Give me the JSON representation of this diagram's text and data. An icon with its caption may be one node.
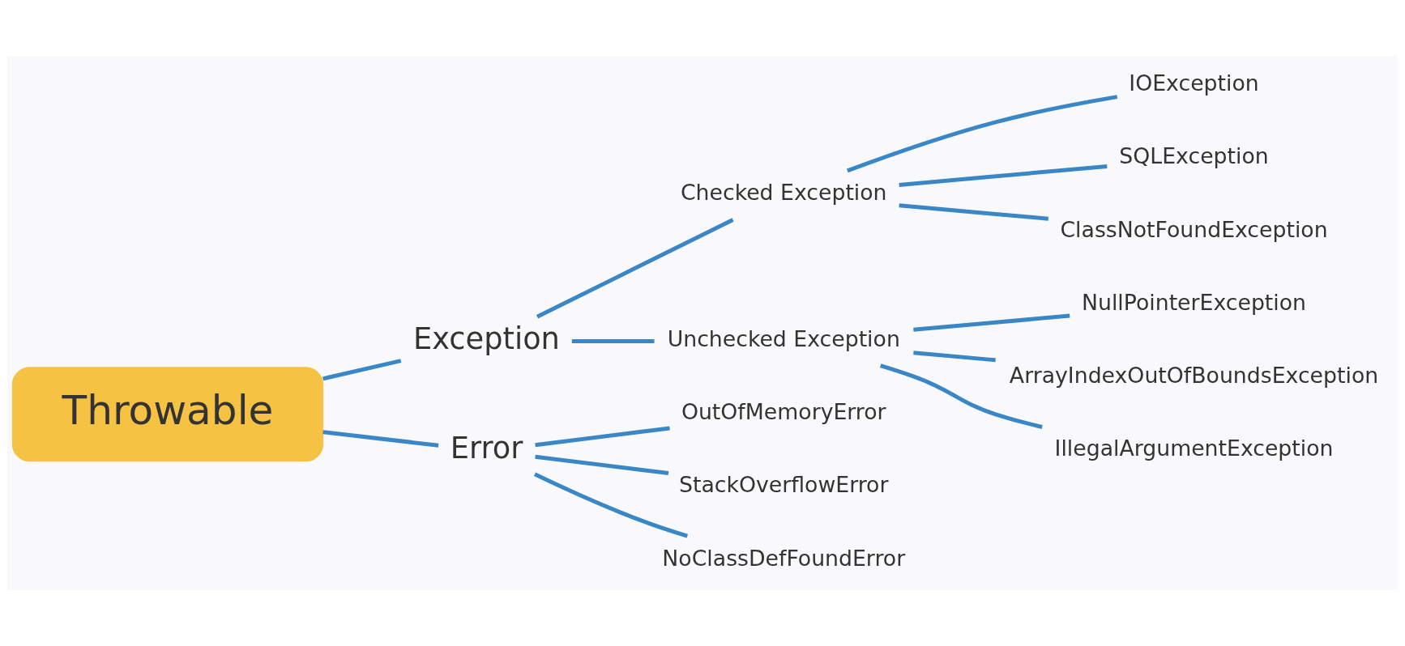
{
  "diagram": {
    "nodes": [
      {
        "text": [
          "Throwable"
        ]
      },
      {
        "text": [
          "Exception"
        ]
      },
      {
        "text": [
          "Checked Exception"
        ]
      },
      {
        "text": [
          "IOException"
        ]
      },
      {
        "text": [
          "SQLException"
        ]
      },
      {
        "text": [
          "ClassNotFoundException"
        ]
      },
      {
        "text": [
          "Unchecked Exception"
        ]
      },
      {
        "text": [
          "NullPointerException"
        ]
      },
      {
        "text": [
          "ArrayIndexOutOfBoundsException"
        ]
      },
      {
        "text": [
          "IllegalArgumentException"
        ]
      },
      {
        "text": [
          "Error"
        ]
      },
      {
        "text": [
          "OutOfMemoryError"
        ]
      },
      {
        "text": [
          "StackOverflowError"
        ]
      },
      {
        "text": [
          "NoClassDefFoundError"
        ]
      }
    ],
    "edges": [
      {
        "from": 0,
        "to": 1,
        "arrow": "none"
      },
      {
        "from": 1,
        "to": 2,
        "arrow": "none"
      },
      {
        "from": 2,
        "to": 3,
        "arrow": "none"
      },
      {
        "from": 2,
        "to": 4,
        "arrow": "none"
      },
      {
        "from": 2,
        "to": 5,
        "arrow": "none"
      },
      {
        "from": 1,
        "to": 6,
        "arrow": "none"
      },
      {
        "from": 6,
        "to": 7,
        "arrow": "none"
      },
      {
        "from": 6,
        "to": 8,
        "arrow": "none"
      },
      {
        "from": 6,
        "to": 9,
        "arrow": "none"
      },
      {
        "from": 0,
        "to": 10,
        "arrow": "none"
      },
      {
        "from": 10,
        "to": 11,
        "arrow": "none"
      },
      {
        "from": 10,
        "to": 12,
        "arrow": "none"
      },
      {
        "from": 10,
        "to": 13,
        "arrow": "none"
      }
    ]
  }
}
